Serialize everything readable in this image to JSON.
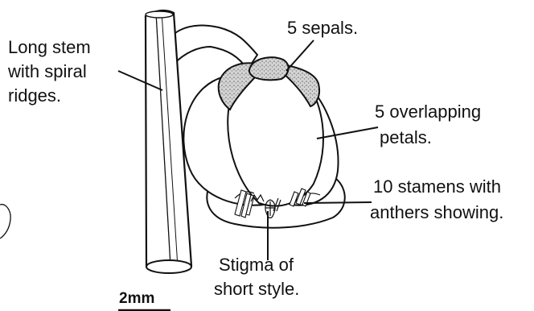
{
  "labels": {
    "stem": [
      "Long stem",
      "with spiral",
      "ridges."
    ],
    "sepals": "5 sepals.",
    "petals": [
      "5 overlapping",
      "petals."
    ],
    "stamens": [
      "10 stamens with",
      "anthers showing."
    ],
    "stigma": [
      "Stigma of",
      "short style."
    ]
  },
  "scale_bar": {
    "label": "2mm"
  },
  "colors": {
    "ink": "#111111",
    "stipple": "#bdbdbd",
    "paper": "#ffffff"
  }
}
